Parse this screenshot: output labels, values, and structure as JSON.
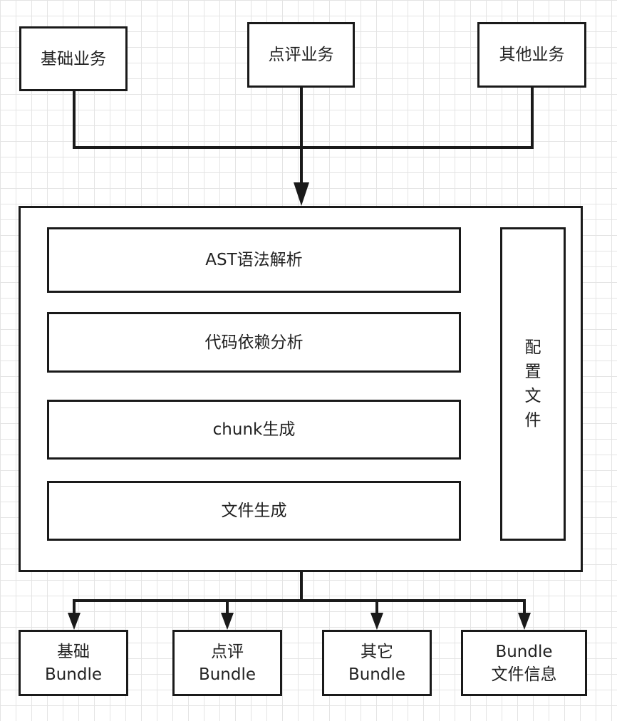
{
  "inputs": {
    "basic": "基础业务",
    "review": "点评业务",
    "other": "其他业务"
  },
  "process": {
    "steps": [
      "AST语法解析",
      "代码依赖分析",
      "chunk生成",
      "文件生成"
    ],
    "config_chars": [
      "配",
      "置",
      "文",
      "件"
    ]
  },
  "outputs": {
    "basic": [
      "基础",
      "Bundle"
    ],
    "review": [
      "点评",
      "Bundle"
    ],
    "other": [
      "其它",
      "Bundle"
    ],
    "info": [
      "Bundle",
      "文件信息"
    ]
  }
}
